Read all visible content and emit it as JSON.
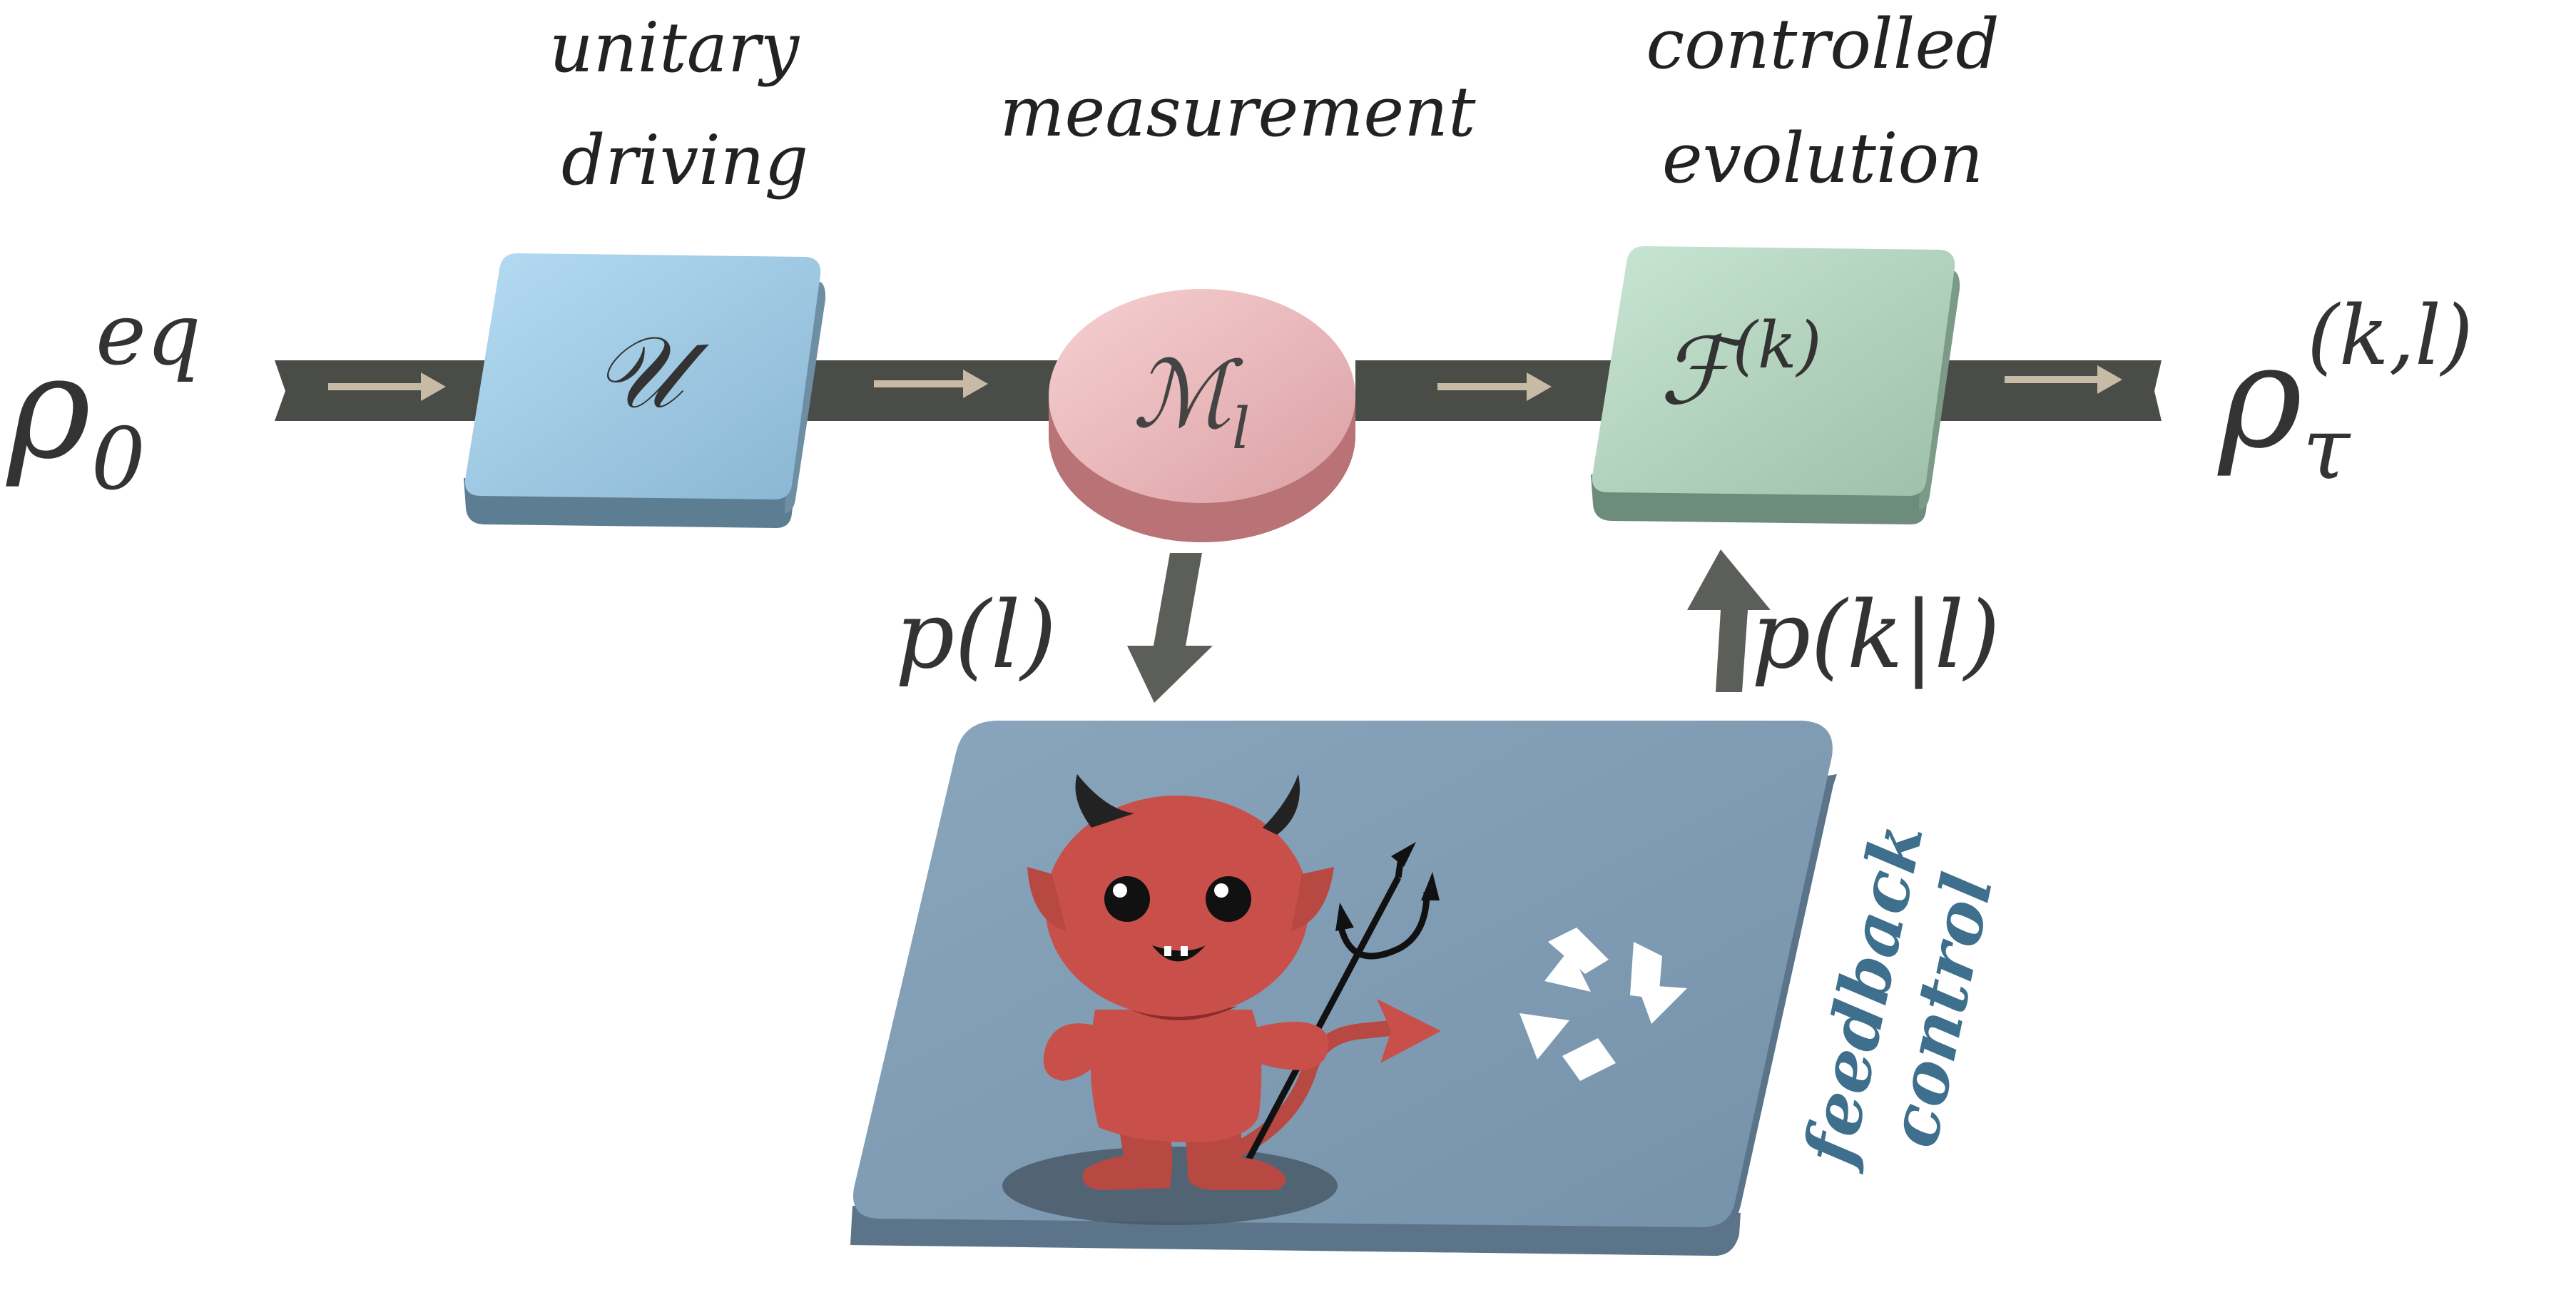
{
  "captions": {
    "unitary_line1": "unitary",
    "unitary_line2": "driving",
    "measurement": "measurement",
    "controlled_line1": "controlled",
    "controlled_line2": "evolution",
    "feedback_line1": "feedback",
    "feedback_line2": "control"
  },
  "math": {
    "rho_in": {
      "base": "ρ",
      "sub": "0",
      "sup": "eq"
    },
    "unitary": "𝒰",
    "measurement": {
      "base": "ℳ",
      "sub": "l"
    },
    "feedback": {
      "base": "ℱ",
      "sup": "(k)"
    },
    "rho_out": {
      "base": "ρ",
      "sub": "τ",
      "sup": "(k,l)"
    },
    "p_l": "p(l)",
    "p_kl": "p(k|l)"
  },
  "colors": {
    "pipe": "#4a4c48",
    "arrow_light": "#c8bba6",
    "unitary_top": "#9fcbe6",
    "unitary_side": "#5d7d93",
    "measure_top": "#eab6b8",
    "measure_side": "#b97276",
    "feedback_top": "#b3d5c0",
    "feedback_side": "#6e8c7b",
    "platform_top": "#7f9bb3",
    "platform_side": "#5b7489",
    "devil": "#c9504a",
    "caption_feedback": "#3e6f8c",
    "text": "#222222"
  },
  "icons": [
    "devil-mascot-icon",
    "recycle-icon",
    "trident-icon"
  ]
}
